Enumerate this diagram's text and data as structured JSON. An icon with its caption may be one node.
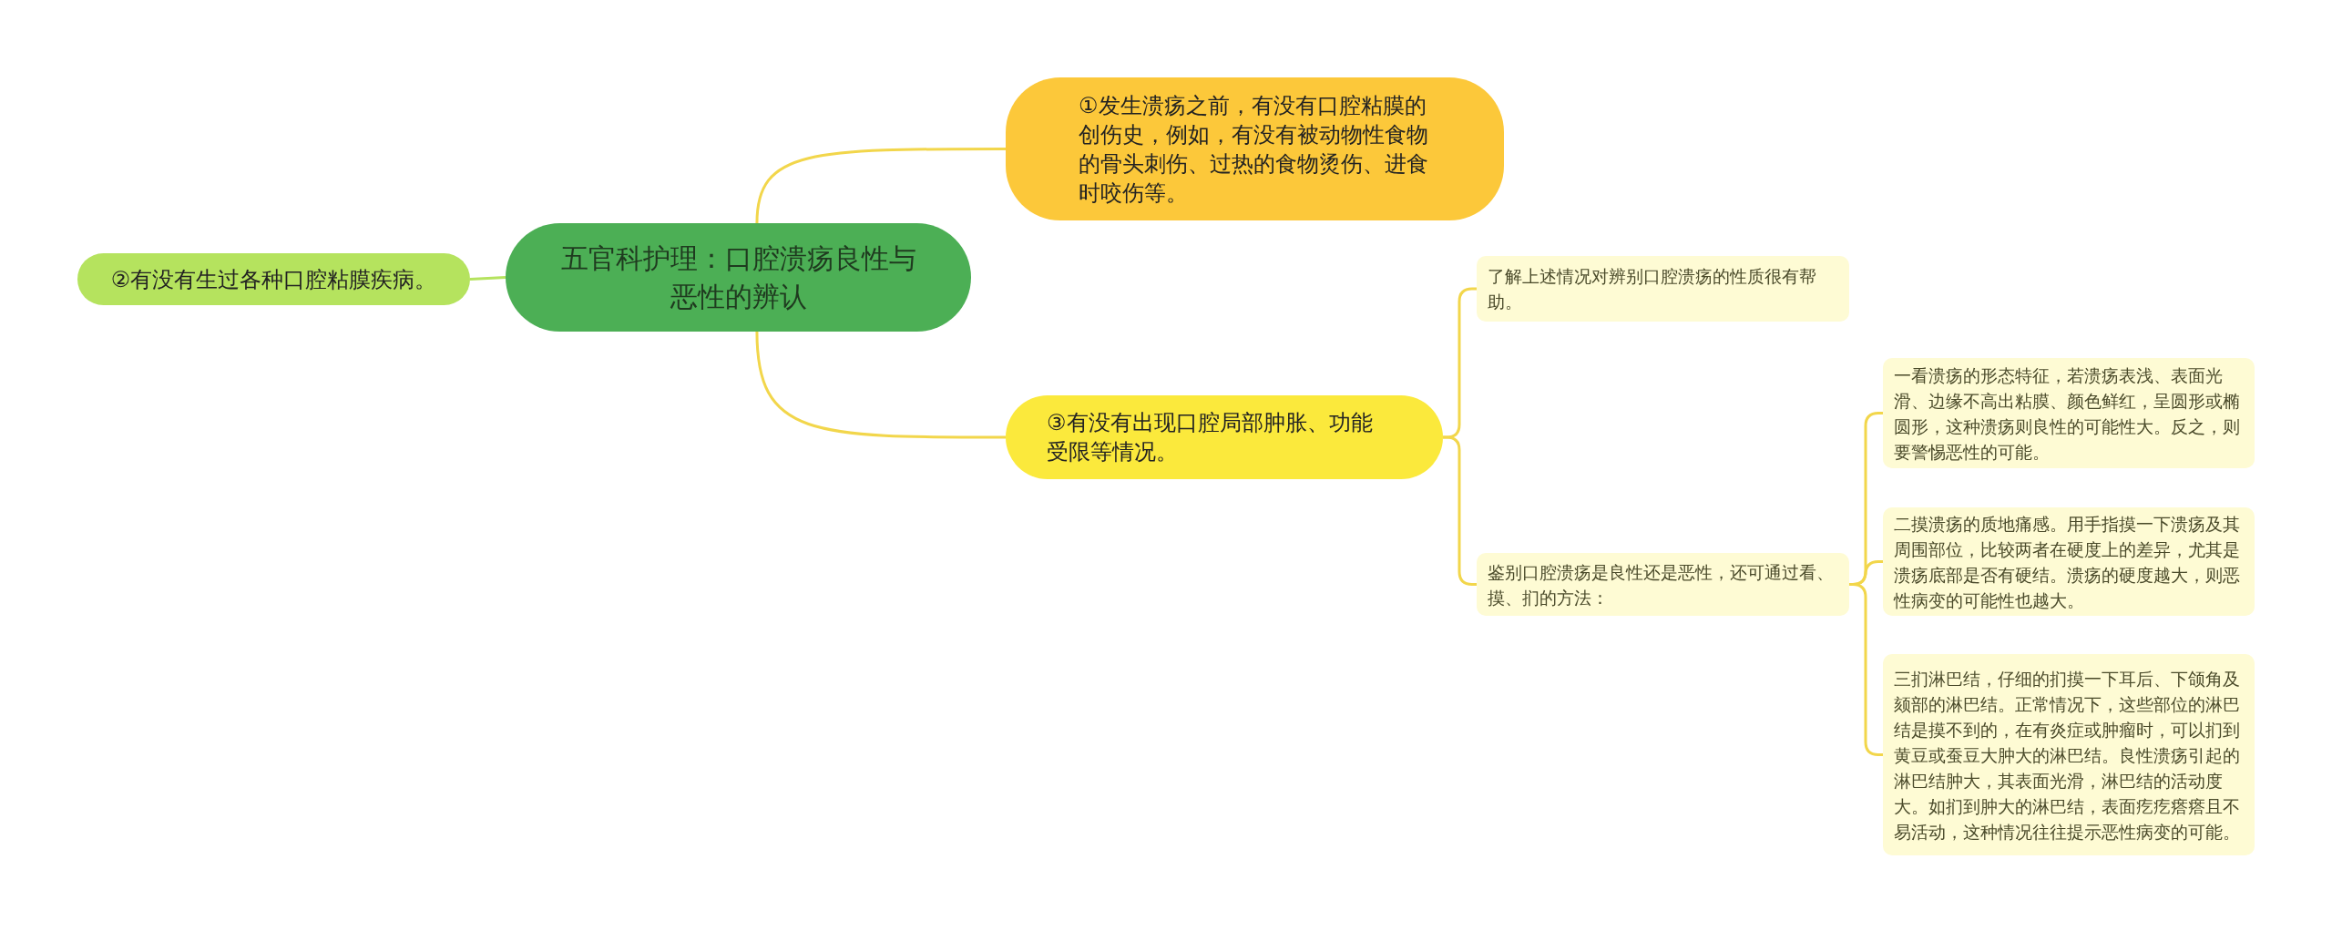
{
  "diagram": {
    "nodes": [
      {
        "text": [
          "五官科护理：口腔溃疡良性与恶性的辨认"
        ]
      },
      {
        "text": [
          "②有没有生过各种口腔粘膜疾病。"
        ]
      },
      {
        "text": [
          "①发生溃疡之前，有没有口腔粘膜的创伤史，例如，有没有被动物性食物的骨头刺伤、过热的食物烫伤、进食时咬伤等。"
        ]
      },
      {
        "text": [
          "③有没有出现口腔局部肿胀、功能受限等情况。"
        ]
      },
      {
        "text": [
          "了解上述情况对辨别口腔溃疡的性质很有帮助。"
        ]
      },
      {
        "text": [
          "鉴别口腔溃疡是良性还是恶性，还可通过看、摸、扪的方法："
        ]
      },
      {
        "text": [
          "一看溃疡的形态特征，若溃疡表浅、表面光滑、边缘不高出粘膜、颜色鲜红，呈圆形或椭圆形，这种溃疡则良性的可能性大。反之，则要警惕恶性的可能。"
        ]
      },
      {
        "text": [
          "二摸溃疡的质地痛感。用手指摸一下溃疡及其周围部位，比较两者在硬度上的差异，尤其是溃疡底部是否有硬结。溃疡的硬度越大，则恶性病变的可能性也越大。"
        ]
      },
      {
        "text": [
          "三扪淋巴结，仔细的扪摸一下耳后、下颌角及颏部的淋巴结。正常情况下，这些部位的淋巴结是摸不到的，在有炎症或肿瘤时，可以扪到黄豆或蚕豆大肿大的淋巴结。良性溃疡引起的淋巴结肿大，其表面光滑，淋巴结的活动度大。如扪到肿大的淋巴结，表面疙疙瘩瘩且不易活动，这种情况往往提示恶性病变的可能。"
        ]
      }
    ],
    "edges": [
      {
        "from": 0,
        "to": 1,
        "arrow": "none",
        "color": "#b5e35e"
      },
      {
        "from": 0,
        "to": 2,
        "arrow": "none"
      },
      {
        "from": 0,
        "to": 3,
        "arrow": "none"
      },
      {
        "from": 3,
        "to": 4,
        "arrow": "none"
      },
      {
        "from": 3,
        "to": 5,
        "arrow": "none"
      },
      {
        "from": 5,
        "to": 6,
        "arrow": "none"
      },
      {
        "from": 5,
        "to": 7,
        "arrow": "none"
      },
      {
        "from": 5,
        "to": 8,
        "arrow": "none"
      }
    ]
  }
}
